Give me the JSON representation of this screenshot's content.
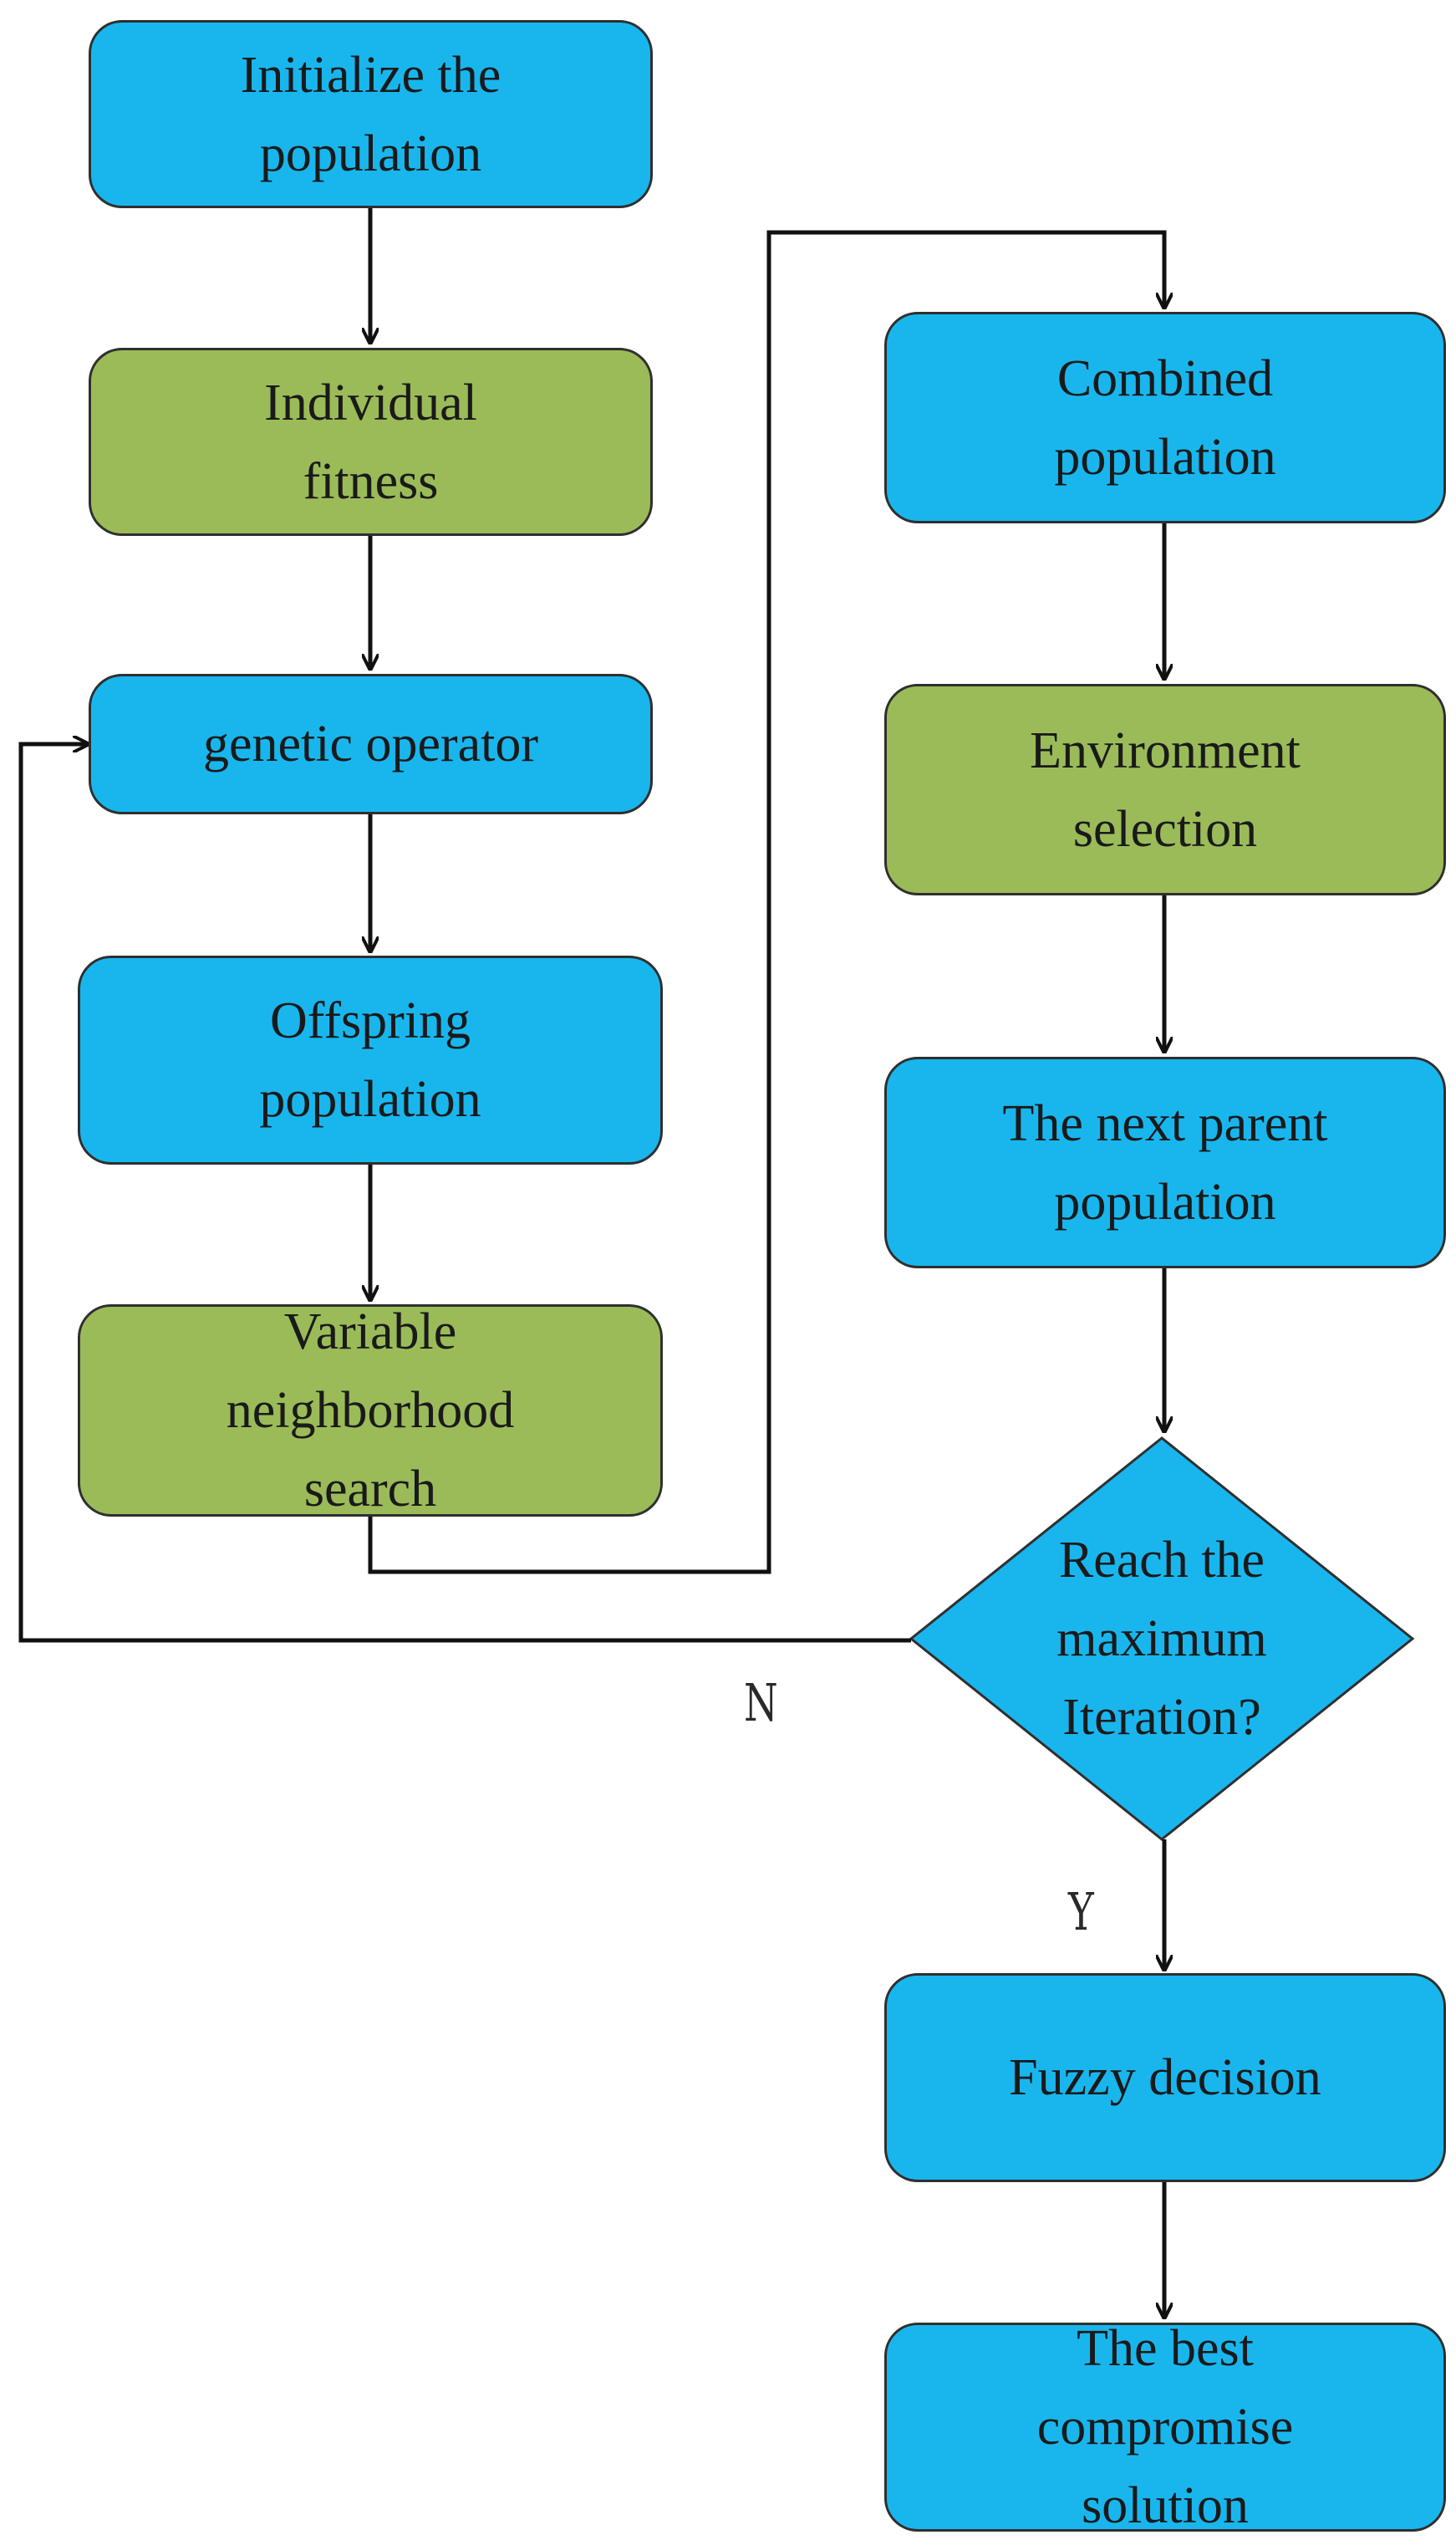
{
  "nodes": {
    "initialize": "Initialize the\npopulation",
    "fitness": "Individual\nfitness",
    "genetic": "genetic operator",
    "offspring": "Offspring\npopulation",
    "vns": "Variable\nneighborhood\nsearch",
    "combined": "Combined\npopulation",
    "environment": "Environment\nselection",
    "next_parent": "The next  parent\npopulation",
    "decision": "Reach the\nmaximum\nIteration?",
    "fuzzy": "Fuzzy decision",
    "best": "The best\ncompromise\nsolution"
  },
  "edge_labels": {
    "no": "N",
    "yes": "Y"
  },
  "colors": {
    "process_blue": "#19b6ee",
    "process_green": "#9bbb59",
    "stroke": "#2f2f2f",
    "connector": "#111111"
  }
}
